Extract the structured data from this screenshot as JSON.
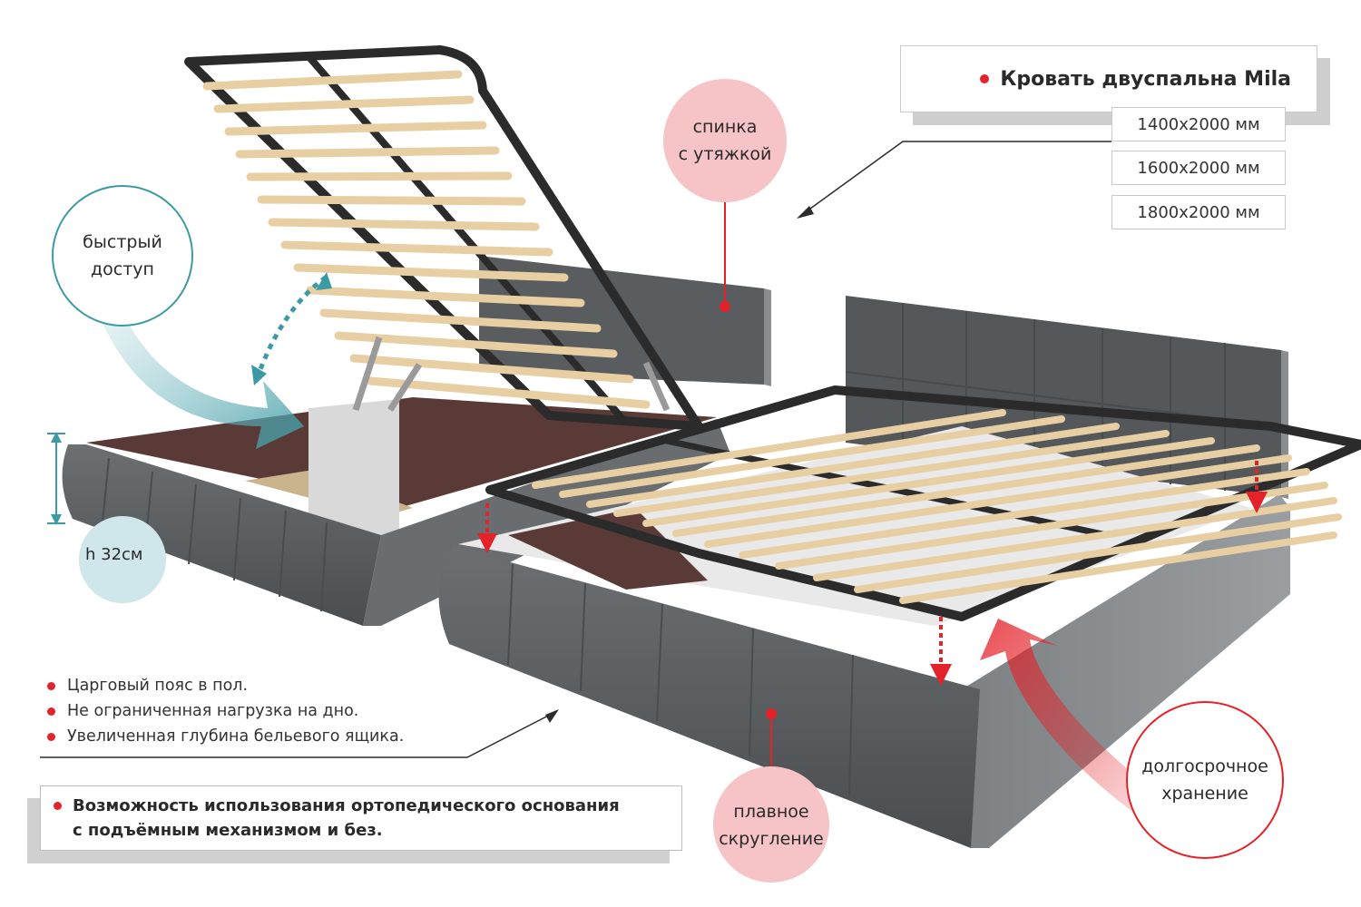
{
  "title": "Кровать двуспальна Mila",
  "sizes": [
    "1400x2000 мм",
    "1600x2000 мм",
    "1800x2000 мм"
  ],
  "callouts": {
    "headboard": [
      "спинка",
      "с утяжкой"
    ],
    "quick_access": [
      "быстрый",
      "доступ"
    ],
    "height": "h 32см",
    "rounding": [
      "плавное",
      "скругление"
    ],
    "storage": [
      "долгосрочное",
      "хранение"
    ]
  },
  "features": [
    "Царговый пояс в пол.",
    "Не ограниченная нагрузка на дно.",
    "Увеличенная глубина бельевого ящика."
  ],
  "note": [
    "Возможность использования ортопедического основания",
    "с подъёмным механизмом и без."
  ],
  "colors": {
    "accent_red": "#e3222a",
    "pink": "#f6c3c6",
    "teal": "#3c9aa4",
    "light_teal": "#cfe6ea",
    "upholstery": "#5c5f61",
    "slat": "#e8cfa3",
    "frame": "#2b2b2b"
  }
}
